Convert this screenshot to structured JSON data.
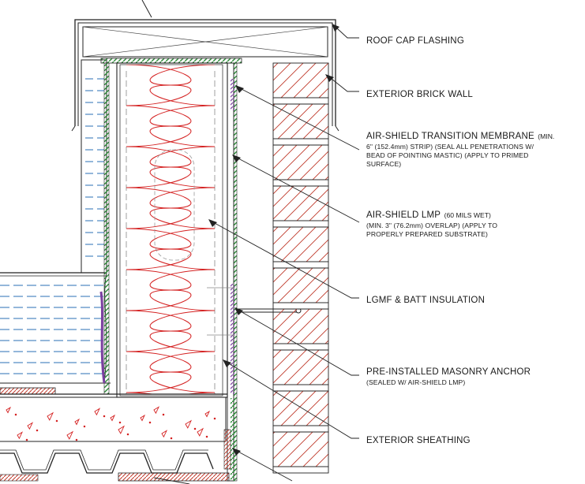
{
  "callouts": {
    "roof_cap": {
      "title": "ROOF CAP FLASHING"
    },
    "brick": {
      "title": "EXTERIOR BRICK WALL"
    },
    "transition": {
      "title": "AIR-SHIELD TRANSITION MEMBRANE",
      "title_note": "(MIN.",
      "lines": [
        "6\" (152.4mm) STRIP) (SEAL ALL PENETRATIONS W/",
        "BEAD OF POINTING MASTIC) (APPLY TO PRIMED",
        "SURFACE)"
      ]
    },
    "lmp": {
      "title": "AIR-SHIELD LMP",
      "title_note": "(60 MILS WET)",
      "lines": [
        "(MIN. 3\" (76.2mm) OVERLAP) (APPLY TO",
        "PROPERLY PREPARED SUBSTRATE)"
      ]
    },
    "lgmf": {
      "title": "LGMF & BATT INSULATION"
    },
    "anchor": {
      "title": "PRE-INSTALLED MASONRY ANCHOR",
      "lines": [
        "(SEALED W/ AIR-SHIELD LMP)"
      ]
    },
    "sheathing": {
      "title": "EXTERIOR SHEATHING"
    }
  },
  "colors": {
    "linework": "#222222",
    "insulation": "#d42020",
    "brick_hatch": "#c0392b",
    "membrane_green": "#2e8b3a",
    "membrane_purple": "#7b3fa0",
    "roof_blue": "#2a6fb5"
  }
}
